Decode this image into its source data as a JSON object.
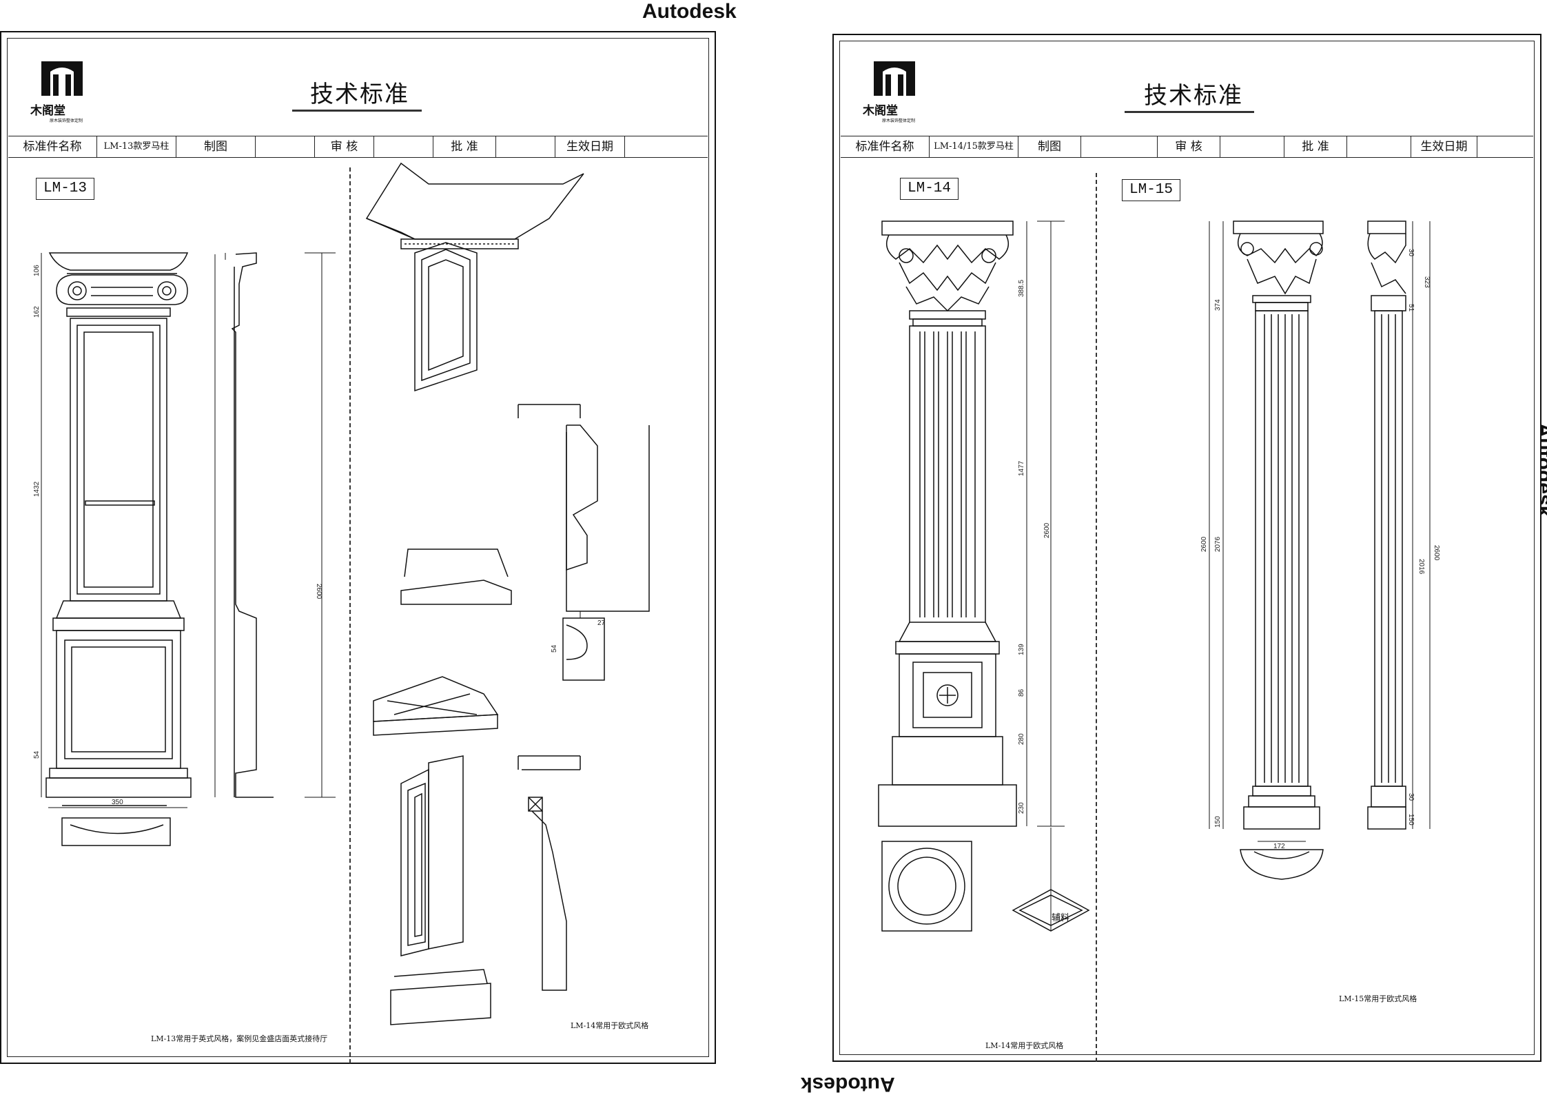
{
  "watermark_label": "Autodesk",
  "sheets": [
    {
      "logo_name": "木阁堂",
      "logo_tag": "原木装饰整体定制",
      "title": "技术标准",
      "tb": [
        "标准件名称",
        "LM-13款罗马柱",
        "制图",
        "",
        "审 核",
        "",
        "批 准",
        "",
        "生效日期",
        ""
      ],
      "model_label": "LM-13",
      "dims": [
        "106",
        "162",
        "1432",
        "54",
        "2600",
        "350",
        "27",
        "54"
      ],
      "notes": [
        "LM-13常用于英式风格，案例见金盛店面英式接待厅",
        "LM-14常用于欧式风格"
      ]
    },
    {
      "logo_name": "木阁堂",
      "logo_tag": "原木装饰整体定制",
      "title": "技术标准",
      "tb": [
        "标准件名称",
        "LM-14/15款罗马柱",
        "制图",
        "",
        "审 核",
        "",
        "批 准",
        "",
        "生效日期",
        ""
      ],
      "model_label_a": "LM-14",
      "model_label_b": "LM-15",
      "dims_a": [
        "388.5",
        "1477",
        "2600",
        "139",
        "86",
        "280",
        "230"
      ],
      "dims_b": [
        "374",
        "2600",
        "2076",
        "150",
        "172",
        "323",
        "51",
        "30",
        "2600",
        "2016",
        "30",
        "150"
      ],
      "aux_label": "辅料",
      "notes": [
        "LM-14常用于欧式风格",
        "LM-15常用于欧式风格"
      ]
    }
  ]
}
